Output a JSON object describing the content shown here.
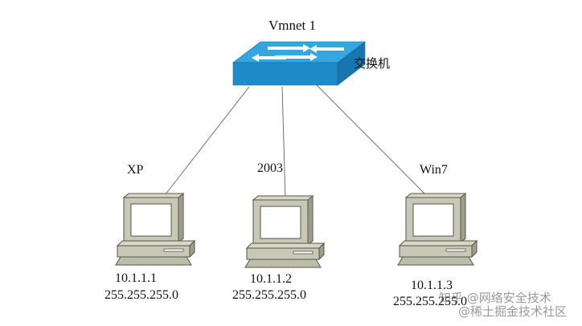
{
  "switch": {
    "title": "Vmnet 1",
    "label": "交换机",
    "icon": "network-switch-icon",
    "top_color": "#35a7e0",
    "front_color": "#1f8cc9",
    "side_color": "#1676ad"
  },
  "hosts": [
    {
      "name": "XP",
      "ip": "10.1.1.1",
      "mask": "255.255.255.0",
      "icon": "desktop-computer-icon"
    },
    {
      "name": "2003",
      "ip": "10.1.1.2",
      "mask": "255.255.255.0",
      "icon": "desktop-computer-icon"
    },
    {
      "name": "Win7",
      "ip": "10.1.1.3",
      "mask": "255.255.255.0",
      "icon": "desktop-computer-icon"
    }
  ],
  "watermark": {
    "line1": "知乎 @网络安全技术",
    "line2": "@稀土掘金技术社区"
  },
  "colors": {
    "computer_body": "#c8c8b6",
    "computer_shadow": "#9e9e8c",
    "screen": "#ffffff",
    "link_line": "#6f6f6f"
  }
}
